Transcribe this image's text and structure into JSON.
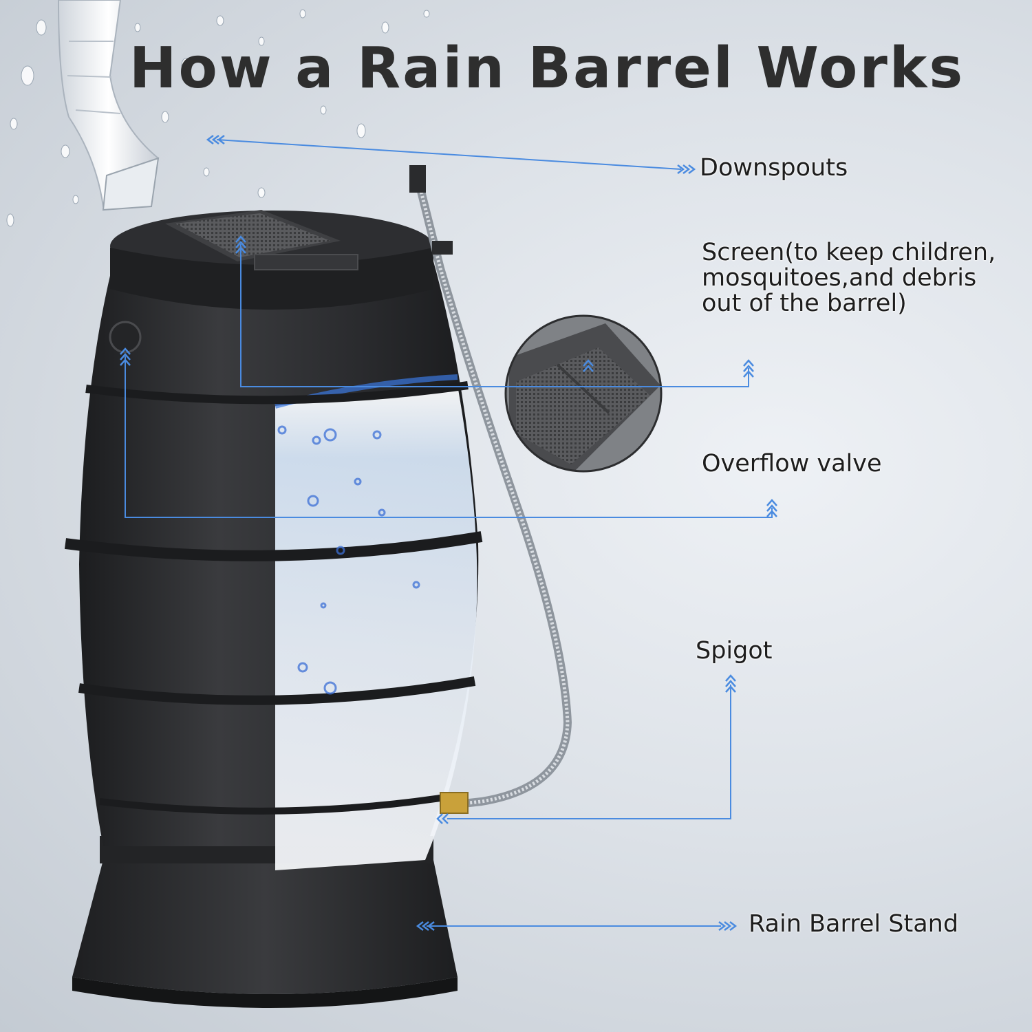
{
  "title": "How a Rain Barrel Works",
  "labels": {
    "downspouts": "Downspouts",
    "screen_line1": "Screen(to keep children,",
    "screen_line2": "mosquitoes,and debris",
    "screen_line3": "out of the barrel)",
    "overflow_valve": "Overflow valve",
    "spigot": "Spigot",
    "stand": "Rain Barrel Stand"
  },
  "colors": {
    "callout_line": "#4a8be0",
    "barrel": "#2f3033",
    "water": "#d9e8f7",
    "title_text": "#2e2e2e"
  }
}
